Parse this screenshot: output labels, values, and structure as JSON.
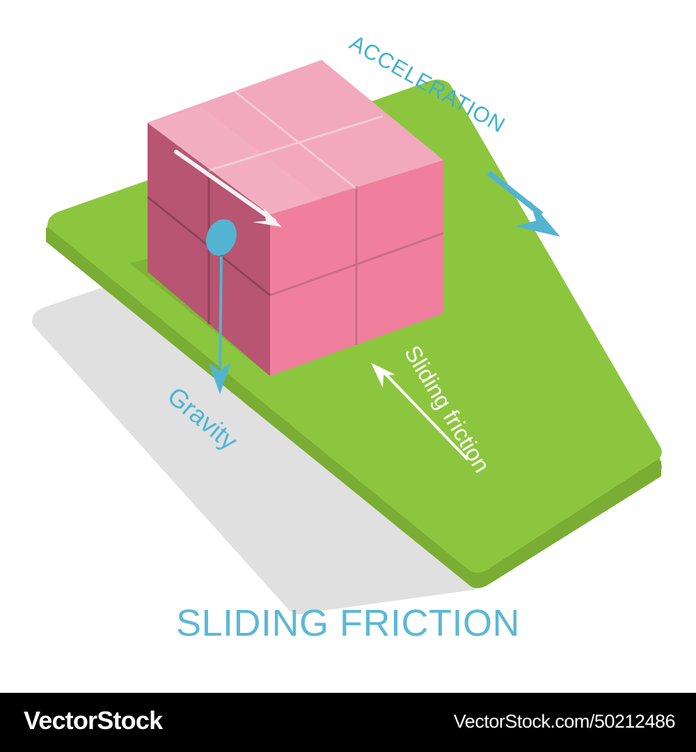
{
  "illustration": {
    "caption": "SLIDING FRICTION",
    "labels": {
      "acceleration": "ACCELERATION",
      "gravity": "Gravity",
      "sliding_friction": "Sliding friction"
    },
    "elements": {
      "block_name": "pink-cube",
      "surface_name": "green-inclined-plane",
      "shadow_name": "ground-shadow",
      "mass_marker_name": "blue-mass-dot"
    },
    "colors": {
      "accent_blue": "#5cb8d6",
      "arrow_blue": "#53b4d1",
      "cube_top": "#f2a9bd",
      "cube_right": "#ef7f9d",
      "cube_left": "#b85572",
      "plane_top": "#8cc63e",
      "plane_edge": "#7aad33",
      "plane_shadow": "#7fb337",
      "ground_shadow": "#e0e0e0",
      "arrow_white": "#ffffff",
      "background": "#ffffff",
      "footer_bg": "#000000",
      "footer_text": "#ffffff"
    }
  },
  "footer": {
    "logo": "VectorStock",
    "url": "VectorStock.com/50212486"
  }
}
